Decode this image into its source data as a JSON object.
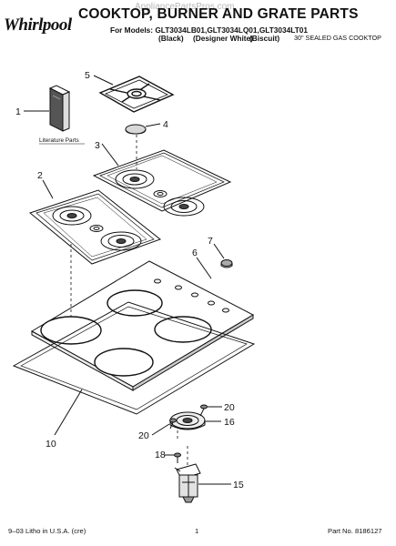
{
  "header": {
    "logo": "Whirlpool",
    "title": "COOKTOP, BURNER AND GRATE PARTS",
    "models": "For Models: GLT3034LB01,GLT3034LQ01,GLT3034LT01",
    "color_black": "(Black)",
    "color_white": "(Designer White)",
    "color_biscuit": "(Biscuit)",
    "subtitle": "30\" SEALED GAS COOKTOP",
    "watermark": "AppliancePartsPros.com"
  },
  "callouts": {
    "c1": "1",
    "c2": "2",
    "c3": "3",
    "c4": "4",
    "c5": "5",
    "c6": "6",
    "c7": "7",
    "c10": "10",
    "c15": "15",
    "c16": "16",
    "c18": "18",
    "c20a": "20",
    "c20b": "20"
  },
  "literature_label": "Literature Parts",
  "footer": {
    "left": "9–03 Litho in U.S.A. (cre)",
    "page": "1",
    "part": "Part No. 8186127"
  }
}
